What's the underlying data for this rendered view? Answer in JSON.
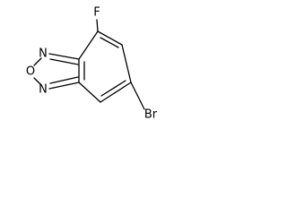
{
  "molecule": {
    "atoms": {
      "fluorine": "F",
      "nitrogen_top": "N",
      "oxygen": "O",
      "nitrogen_bottom": "N",
      "bromine": "Br"
    }
  }
}
